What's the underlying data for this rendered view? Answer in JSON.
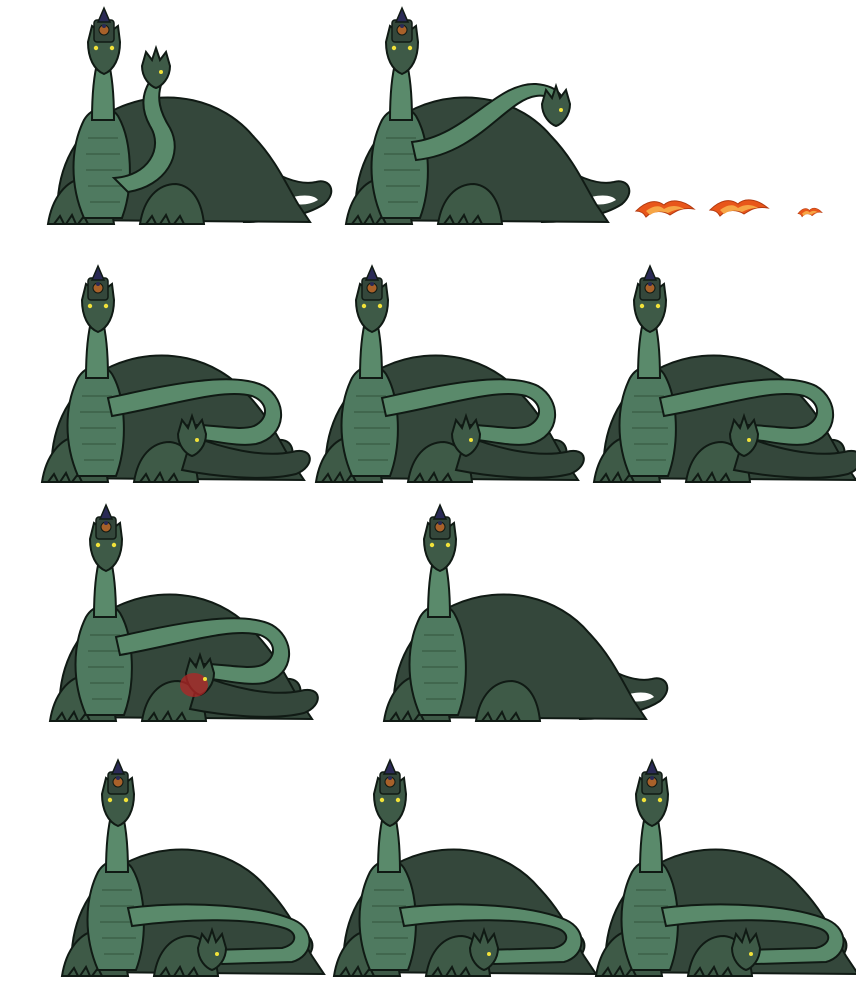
{
  "sheet": {
    "background": "#ffffff",
    "palette": {
      "body_dark": "#34473b",
      "body_mid": "#3e5a47",
      "belly": "#4f7a60",
      "neck_light": "#5a8a6b",
      "outline": "#101a14",
      "eye": "#f2e23a",
      "rider_hat": "#2a2a55",
      "rider_face": "#a8612a",
      "fire_outer": "#e8561a",
      "fire_inner": "#f6a545",
      "blood": "#b32626"
    },
    "frames": [
      {
        "id": "f1",
        "pose": "second-head-raised"
      },
      {
        "id": "f2",
        "pose": "second-head-extended"
      },
      {
        "id": "f3",
        "pose": "second-head-low-a"
      },
      {
        "id": "f4",
        "pose": "second-head-low-b"
      },
      {
        "id": "f5",
        "pose": "second-head-low-c"
      },
      {
        "id": "f6",
        "pose": "second-head-hurt"
      },
      {
        "id": "f7",
        "pose": "single-head"
      },
      {
        "id": "f8",
        "pose": "second-head-rest-a"
      },
      {
        "id": "f9",
        "pose": "second-head-rest-b"
      },
      {
        "id": "f10",
        "pose": "second-head-rest-c"
      }
    ],
    "effects": [
      {
        "id": "fire-1",
        "kind": "fire-breath"
      },
      {
        "id": "fire-2",
        "kind": "fire-breath"
      },
      {
        "id": "fire-3",
        "kind": "fire-breath"
      }
    ]
  }
}
